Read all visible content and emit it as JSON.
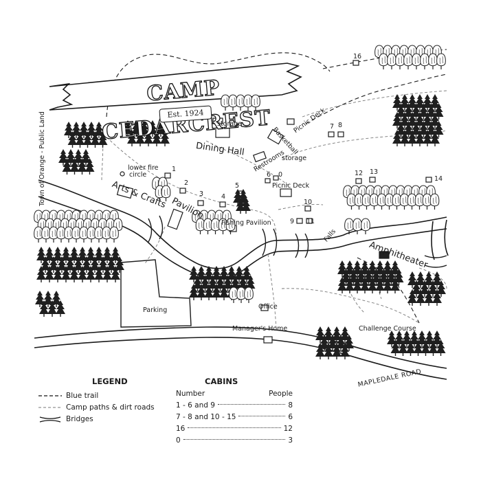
{
  "title": "CAMP CEDARCREST",
  "established": "Est. 1924",
  "labels": {
    "town_land": "Town of Orange  -  Public Land",
    "lower_fire": "lower fire",
    "circle": "circle",
    "arts_crafts": "Arts & Crafts",
    "pavilion": "Pavilion",
    "dining_hall": "Dining Hall",
    "storage_top": "storage",
    "restrooms": "Restrooms",
    "basketball": "Basketball",
    "picnic_deck_top": "Picnic Deck",
    "storage_right": "storage",
    "picnic_deck": "Picnic Deck",
    "fishing_pavilion": "Fishing Pavilion",
    "falls": "Falls",
    "amphitheater": "Amphitheater",
    "parking": "Parking",
    "office": "Office",
    "managers_home": "Manager's Home",
    "challenge_course": "Challenge Course",
    "road": "MAPLEDALE ROAD"
  },
  "cabin_numbers": [
    "0",
    "1",
    "2",
    "3",
    "4",
    "5",
    "6",
    "7",
    "8",
    "9",
    "10",
    "11",
    "12",
    "13",
    "14",
    "16"
  ],
  "legend": {
    "title": "LEGEND",
    "items": [
      {
        "label": "Blue trail",
        "symbol": "dashed-dark"
      },
      {
        "label": "Camp paths & dirt roads",
        "symbol": "dashed-light"
      },
      {
        "label": "Bridges",
        "symbol": "bridge"
      }
    ]
  },
  "cabins_table": {
    "title": "CABINS",
    "col_number": "Number",
    "col_people": "People",
    "rows": [
      {
        "number": "1 - 6 and 9",
        "people": "8"
      },
      {
        "number": "7 - 8 and 10 - 15",
        "people": "6"
      },
      {
        "number": "16",
        "people": "12"
      },
      {
        "number": "0",
        "people": "3"
      }
    ]
  }
}
